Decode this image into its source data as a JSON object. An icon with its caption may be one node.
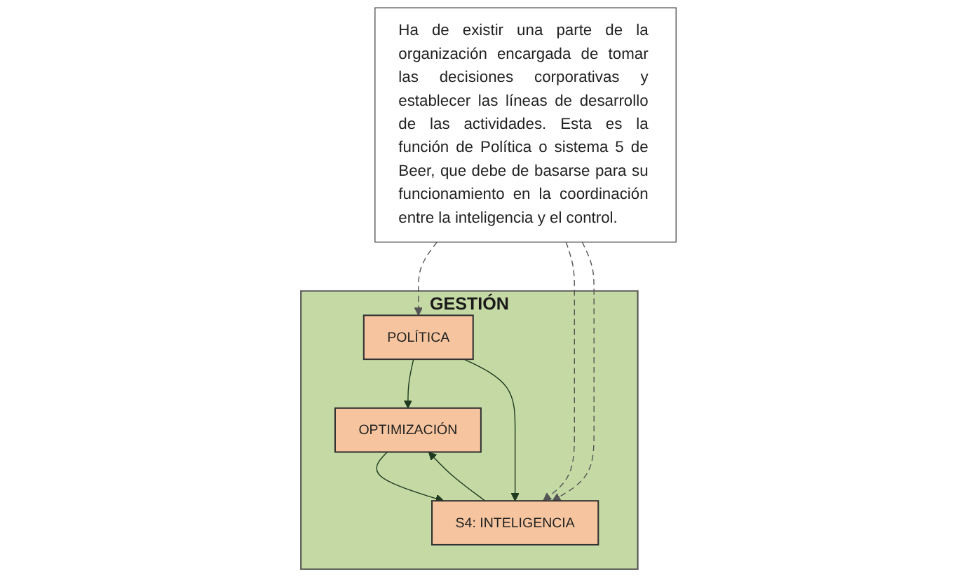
{
  "diagram": {
    "nodes": [
      {
        "text": [
          "GESTIÓN"
        ]
      },
      {
        "text": [
          "POLÍTICA"
        ],
        "in": 0
      },
      {
        "text": [
          "S4: INTELIGENCIA"
        ],
        "in": 0
      },
      {
        "text": [
          "OPTIMIZACIÓN"
        ],
        "in": 0
      },
      {
        "text": [
          "Ha de existir una parte de la organización encargada de tomar las decisiones corporativas y establecer las líneas de desarrollo de las actividades. Esta es la función de Política o sistema 5 de Beer, que debe de basarse para su funcionamiento en la coordinación entre la inteligencia y el control."
        ]
      }
    ],
    "edges": [
      {
        "from": 1,
        "to": 3,
        "arrow": "to"
      },
      {
        "from": 2,
        "to": 3,
        "arrow": "to"
      },
      {
        "from": 1,
        "to": 2,
        "arrow": "to"
      },
      {
        "from": 3,
        "to": 2,
        "arrow": "to"
      },
      {
        "from": 4,
        "to": 1,
        "arrow": "to",
        "style": "dashed",
        "color": "#555555"
      },
      {
        "from": 4,
        "to": 2,
        "arrow": "to",
        "style": "dashed",
        "color": "#555555"
      },
      {
        "from": 4,
        "to": 2,
        "arrow": "to",
        "style": "dashed",
        "color": "#555555"
      }
    ]
  }
}
